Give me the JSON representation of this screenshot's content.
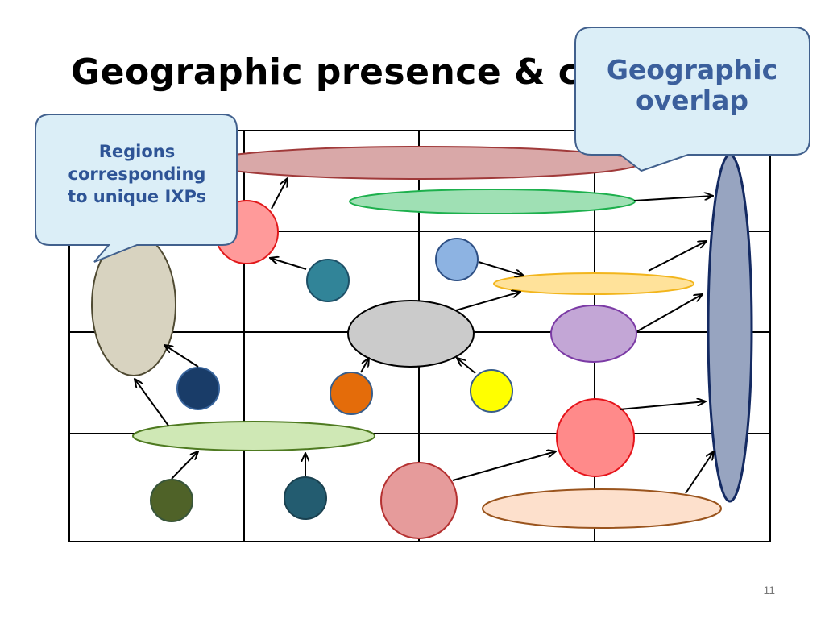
{
  "slide": {
    "title": "Geographic presence & co",
    "page_number": "11"
  },
  "callouts": {
    "left": {
      "lines": [
        "Regions",
        "corresponding",
        "to unique IXPs"
      ]
    },
    "right": {
      "lines": [
        "Geographic",
        "overlap"
      ]
    }
  },
  "colors": {
    "callout_fill": "#dbeef7",
    "callout_stroke": "#41608d",
    "callout_left_text": "#2e5496",
    "callout_right_text": "#3b5f9c",
    "grid_line": "#000000"
  }
}
